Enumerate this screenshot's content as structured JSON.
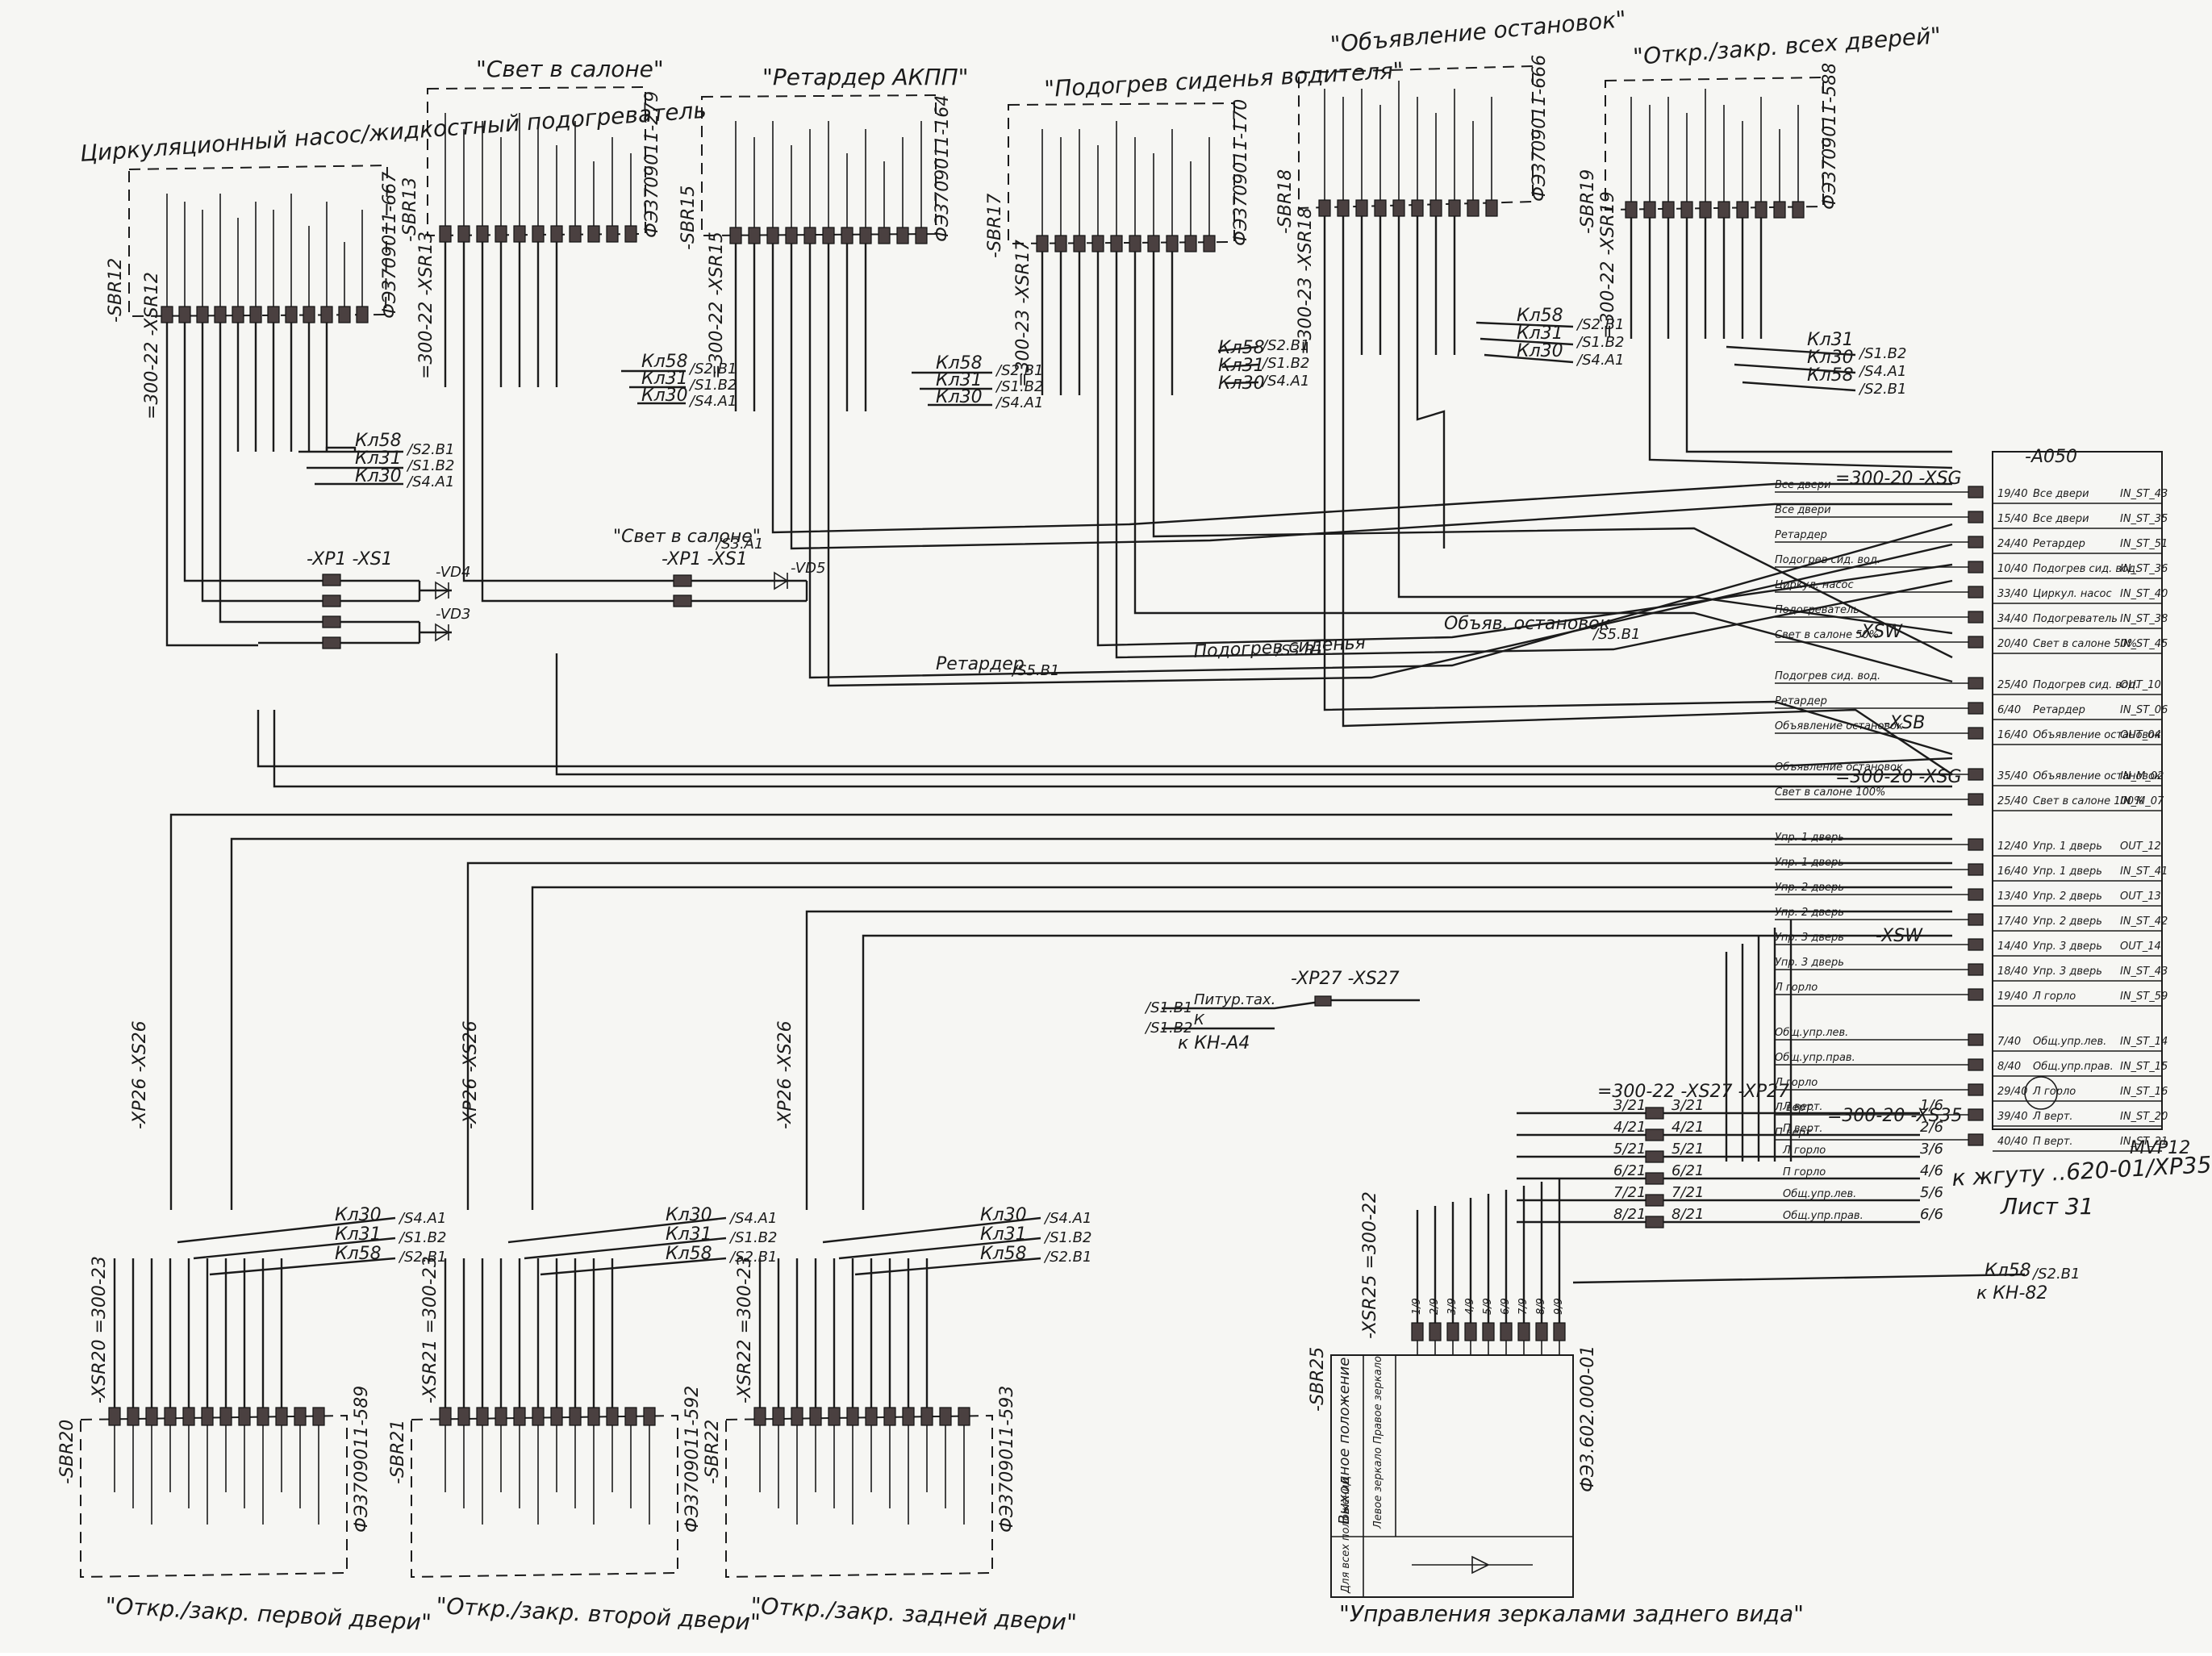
{
  "modules": {
    "sbr12": {
      "title": "Циркуляционный насос/жидкостный подогреватель",
      "ref": "-SBR12",
      "part": "ФЭ3709011-667",
      "connector": "=300-22 -XSR12"
    },
    "sbr13": {
      "title": "\"Свет в салоне\"",
      "ref": "-SBR13",
      "part": "ФЭ3709011-279",
      "connector": "=300-22 -XSR13"
    },
    "sbr15": {
      "title": "\"Ретардер АКПП\"",
      "ref": "-SBR15",
      "part": "ФЭ3709011-164",
      "connector": "=300-22 -XSR15"
    },
    "sbr17": {
      "title": "\"Подогрев сиденья водителя\"",
      "ref": "-SBR17",
      "part": "ФЭ3709011-170",
      "connector": "=300-23 -XSR17"
    },
    "sbr18": {
      "title": "\"Объявление остановок\"",
      "ref": "-SBR18",
      "part": "ФЭ3709011-666",
      "connector": "=300-23 -XSR18"
    },
    "sbr19": {
      "title": "\"Откр./закр. всех дверей\"",
      "ref": "-SBR19",
      "part": "ФЭ3709011-588",
      "connector": "=300-22 -XSR19"
    }
  },
  "power": {
    "kl58": "Кл58",
    "kl31": "Кл31",
    "kl30": "Кл30",
    "s2b1": "/S2.B1",
    "s1b2": "/S1.B2",
    "s4a1": "/S4.A1"
  },
  "connectors": {
    "xp1_xs1": "-XP1 -XS1",
    "vd4": "-VD4",
    "vd3": "-VD3",
    "vd5": "-VD5"
  },
  "signals": {
    "svet_v_salone": "\"Свет в салоне\"",
    "s3a1": "/S3.A1",
    "retarder": "Ретардер",
    "s5b1": "/S5.B1",
    "podogrev_sidenya": "Подогрев сиденья",
    "s3b1": "/S3.B1",
    "obyav_ostanovok": "Объяв. остановок",
    "s5s1": "/S5.B1"
  },
  "mvr": {
    "a050": "-A050",
    "name": "MVP12",
    "hdr_xsg_1": "=300-20 -XSG",
    "hdr_xsw_1": "-XSW",
    "hdr_xsb": "-XSB",
    "hdr_xsg_2": "=300-20 -XSG",
    "hdr_xsw_2": "-XSW",
    "rows": [
      {
        "sig": "Все двери",
        "pin": "19/40",
        "desc": "Все двери",
        "code": "IN_ST_43"
      },
      {
        "sig": "Все двери",
        "pin": "15/40",
        "desc": "Все двери",
        "code": "IN_ST_35"
      },
      {
        "sig": "Ретардер",
        "pin": "24/40",
        "desc": "Ретардер",
        "code": "IN_ST_51"
      },
      {
        "sig": "Подогрев сид. вод.",
        "pin": "10/40",
        "desc": "Подогрев сид. вод.",
        "code": "IN_ST_36"
      },
      {
        "sig": "Циркул. насос",
        "pin": "33/40",
        "desc": "Циркул. насос",
        "code": "IN_ST_40"
      },
      {
        "sig": "Подогреватель",
        "pin": "34/40",
        "desc": "Подогреватель",
        "code": "IN_ST_38"
      },
      {
        "sig": "Свет в салоне 50%",
        "pin": "20/40",
        "desc": "Свет в салоне 50%",
        "code": "IN_ST_45"
      },
      {
        "sig": "Подогрев сид. вод.",
        "pin": "25/40",
        "desc": "Подогрев сид. вод.",
        "code": "OUT_10"
      },
      {
        "sig": "Ретардер",
        "pin": "6/40",
        "desc": "Ретардер",
        "code": "IN_ST_06"
      },
      {
        "sig": "Объявление остановок",
        "pin": "16/40",
        "desc": "Объявление остановок",
        "code": "OUT_04"
      },
      {
        "sig": "Объявление остановок",
        "pin": "35/40",
        "desc": "Объявление остановок",
        "code": "IN_M_02"
      },
      {
        "sig": "Свет в салоне 100%",
        "pin": "25/40",
        "desc": "Свет в салоне 100%",
        "code": "IN_M_07"
      },
      {
        "sig": "Упр. 1 дверь",
        "pin": "12/40",
        "desc": "Упр. 1 дверь",
        "code": "OUT_12"
      },
      {
        "sig": "Упр. 1 дверь",
        "pin": "16/40",
        "desc": "Упр. 1 дверь",
        "code": "IN_ST_41"
      },
      {
        "sig": "Упр. 2 дверь",
        "pin": "13/40",
        "desc": "Упр. 2 дверь",
        "code": "OUT_13"
      },
      {
        "sig": "Упр. 2 дверь",
        "pin": "17/40",
        "desc": "Упр. 2 дверь",
        "code": "IN_ST_42"
      },
      {
        "sig": "Упр. 3 дверь",
        "pin": "14/40",
        "desc": "Упр. 3 дверь",
        "code": "OUT_14"
      },
      {
        "sig": "Упр. 3 дверь",
        "pin": "18/40",
        "desc": "Упр. 3 дверь",
        "code": "IN_ST_43"
      },
      {
        "sig": "Л горло",
        "pin": "19/40",
        "desc": "Л горло",
        "code": "IN_ST_59"
      },
      {
        "sig": "Общ.упр.лев.",
        "pin": "7/40",
        "desc": "Общ.упр.лев.",
        "code": "IN_ST_14"
      },
      {
        "sig": "Общ.упр.прав.",
        "pin": "8/40",
        "desc": "Общ.упр.прав.",
        "code": "IN_ST_15"
      },
      {
        "sig": "Л горло",
        "pin": "29/40",
        "desc": "Л горло",
        "code": "IN_ST_16"
      },
      {
        "sig": "Л верт.",
        "pin": "39/40",
        "desc": "Л верт.",
        "code": "IN_ST_20"
      },
      {
        "sig": "П верт.",
        "pin": "40/40",
        "desc": "П верт.",
        "code": "IN_ST_21"
      }
    ]
  },
  "rb": {
    "conn_label": "=300-22 -XS27 -XP27",
    "xs35_label": "=300-20 -XS35",
    "harness_note": "к жгуту ..620-01/XP35",
    "sheet": "Лист 31",
    "s1b1": "/S1.B1",
    "s1b2": "/S1.B2",
    "pitur": "Питур.тах.",
    "k": "К",
    "kn_a4": "к КН-А4",
    "xp27_xs27": "-XP27 -XS27",
    "kl58": "Кл58",
    "s2b1": "/S2.B1",
    "kn82": "к КН-82",
    "rows": [
      {
        "left": "3/21",
        "right": "3/21",
        "sig": "Л верт.",
        "out": "1/6"
      },
      {
        "left": "4/21",
        "right": "4/21",
        "sig": "П верт.",
        "out": "2/6"
      },
      {
        "left": "5/21",
        "right": "5/21",
        "sig": "Л горло",
        "out": "3/6"
      },
      {
        "left": "6/21",
        "right": "6/21",
        "sig": "П горло",
        "out": "4/6"
      },
      {
        "left": "7/21",
        "right": "7/21",
        "sig": "Общ.упр.лев.",
        "out": "5/6"
      },
      {
        "left": "8/21",
        "right": "8/21",
        "sig": "Общ.упр.прав.",
        "out": "6/6"
      }
    ]
  },
  "mirror": {
    "connector": "-XSR25 =300-22",
    "conn2": "",
    "ref": "-SBR25",
    "part": "ФЭ3.602.000-01",
    "col1": "Выходное положение",
    "col2": "Левое зеркало",
    "col3": "Правое зеркало",
    "col4": "Для всех положений",
    "title": "\"Управления зеркалами заднего вида\"",
    "pins": [
      "1/9",
      "2/9",
      "3/9",
      "4/9",
      "5/9",
      "6/9",
      "7/9",
      "8/9",
      "9/9"
    ]
  },
  "doors": [
    {
      "title": "\"Откр./закр. первой двери\"",
      "ref": "-SBR20",
      "part": "ФЭ3709011-589",
      "connector": "-XSR20 =300-23",
      "xp": "-XP26 -XS26",
      "kl30": "Кл30",
      "kl31": "Кл31",
      "kl58": "Кл58"
    },
    {
      "title": "\"Откр./закр. второй двери\"",
      "ref": "-SBR21",
      "part": "ФЭ3709011-592",
      "connector": "-XSR21 =300-23",
      "xp": "-XP26 -XS26",
      "kl30": "Кл30",
      "kl31": "Кл31",
      "kl58": "Кл58"
    },
    {
      "title": "\"Откр./закр. задней двери\"",
      "ref": "-SBR22",
      "part": "ФЭ3709011-593",
      "connector": "-XSR22 =300-23",
      "xp": "-XP26 -XS26",
      "kl30": "Кл30",
      "kl31": "Кл31",
      "kl58": "Кл58"
    }
  ],
  "door_power": {
    "s4a1": "/S4.A1",
    "s1b2": "/S1.B2",
    "s2b1": "/S2.B1"
  }
}
